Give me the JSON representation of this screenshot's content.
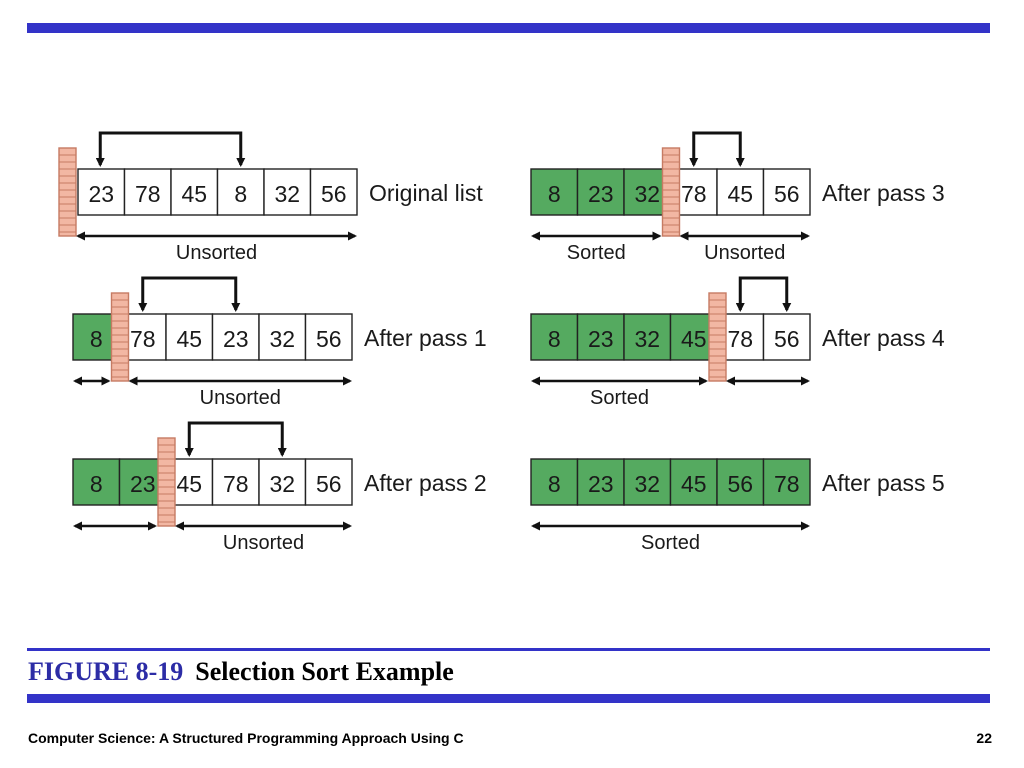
{
  "figure": {
    "number": "FIGURE 8-19",
    "title": "Selection Sort Example"
  },
  "footer": {
    "course_title": "Computer Science: A Structured Programming Approach Using C",
    "page_number": "22"
  },
  "colors": {
    "band": "#3333c8",
    "figure_number": "#2c2ca6",
    "sorted_cell": "#55aa60",
    "wall": "#f2b7a3",
    "wall_brick": "#c67b63",
    "border": "#222222"
  },
  "passes": [
    {
      "label": "Original list",
      "values": [
        "23",
        "78",
        "45",
        "8",
        "32",
        "56"
      ],
      "sorted_count": 0,
      "swap": [
        0,
        3
      ],
      "sorted_label": "",
      "unsorted_label": "Unsorted"
    },
    {
      "label": "After pass 1",
      "values": [
        "8",
        "78",
        "45",
        "23",
        "32",
        "56"
      ],
      "sorted_count": 1,
      "swap": [
        1,
        3
      ],
      "sorted_label": "",
      "unsorted_label": "Unsorted"
    },
    {
      "label": "After pass 2",
      "values": [
        "8",
        "23",
        "45",
        "78",
        "32",
        "56"
      ],
      "sorted_count": 2,
      "swap": [
        2,
        4
      ],
      "sorted_label": "",
      "unsorted_label": "Unsorted"
    },
    {
      "label": "After pass 3",
      "values": [
        "8",
        "23",
        "32",
        "78",
        "45",
        "56"
      ],
      "sorted_count": 3,
      "swap": [
        3,
        4
      ],
      "sorted_label": "Sorted",
      "unsorted_label": "Unsorted"
    },
    {
      "label": "After pass 4",
      "values": [
        "8",
        "23",
        "32",
        "45",
        "78",
        "56"
      ],
      "sorted_count": 4,
      "swap": [
        4,
        5
      ],
      "sorted_label": "Sorted",
      "unsorted_label": ""
    },
    {
      "label": "After pass 5",
      "values": [
        "8",
        "23",
        "32",
        "45",
        "56",
        "78"
      ],
      "sorted_count": 6,
      "swap": null,
      "sorted_label": "Sorted",
      "unsorted_label": ""
    }
  ]
}
